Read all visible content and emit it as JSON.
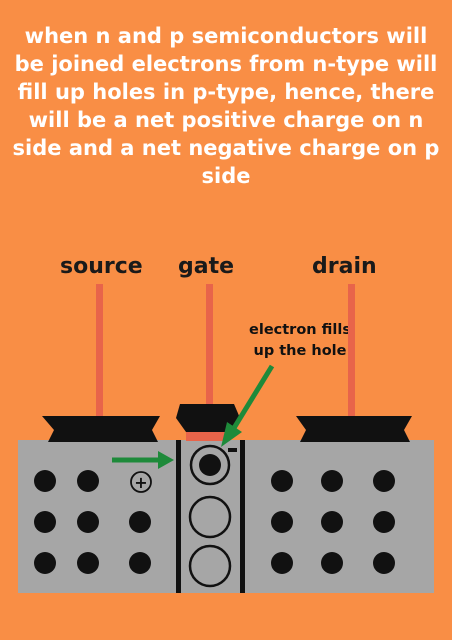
{
  "caption": "when n and p semiconductors will be joined electrons from n-type will fill up holes in p-type, hence, there will be a net positive charge on n side and a net negative charge on p side",
  "terminals": {
    "source": "source",
    "gate": "gate",
    "drain": "drain"
  },
  "annotation": {
    "text": "electron fills up the hole"
  },
  "charge_symbols": {
    "positive": "+"
  },
  "colors": {
    "background": "#F98E45",
    "lead": "#E8644A",
    "semiconductor": "#A6A6A6",
    "arrow": "#1E8A3A",
    "contact": "#111111"
  }
}
